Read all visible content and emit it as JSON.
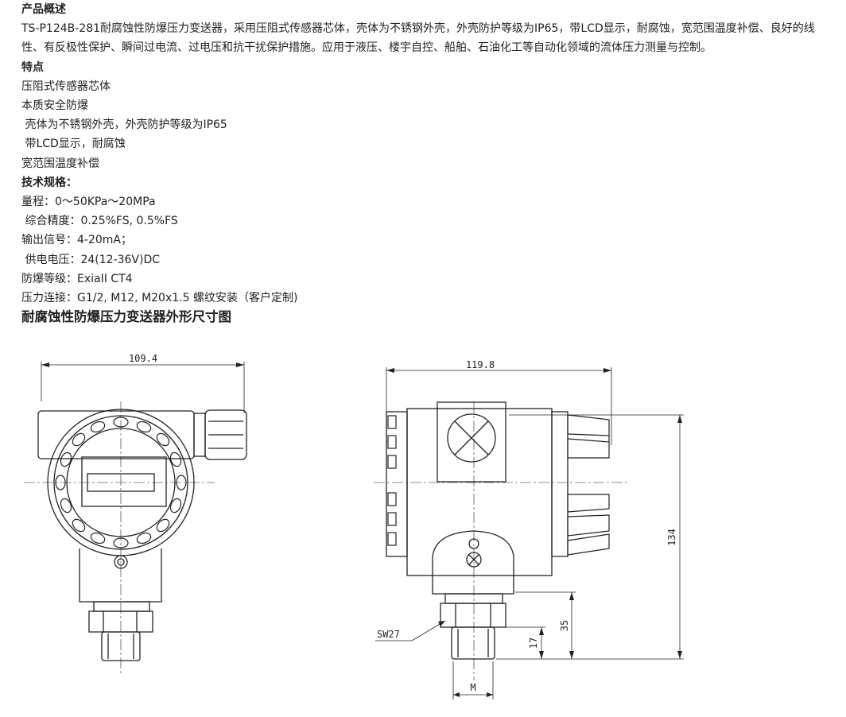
{
  "overview": {
    "heading": "产品概述",
    "text": " TS-P124B-281耐腐蚀性防爆压力变送器，采用压阻式传感器芯体，壳体为不锈钢外壳，外壳防护等级为IP65，带LCD显示，耐腐蚀，宽范围温度补偿、良好的线性、有反极性保护、瞬间过电流、过电压和抗干扰保护措施。应用于液压、楼宇自控、船舶、石油化工等自动化领域的流体压力测量与控制。"
  },
  "features": {
    "heading": "特点",
    "items": [
      "压阻式传感器芯体",
      "本质安全防爆",
      " 壳体为不锈钢外壳，外壳防护等级为IP65",
      " 带LCD显示，耐腐蚀",
      "宽范围温度补偿"
    ]
  },
  "specs": {
    "heading": "技术规格：",
    "items": [
      "量程：0～50KPa～20MPa",
      " 综合精度：0.25%FS, 0.5%FS",
      "输出信号：4-20mA；",
      " 供电电压：24(12-36V)DC",
      "防爆等级：ExiaII CT4",
      "压力连接：G1/2, M12, M20x1.5 螺纹安装（客户定制)"
    ]
  },
  "drawing": {
    "title": "耐腐蚀性防爆压力变送器外形尺寸图",
    "dims": {
      "front_width": "109.4",
      "side_width": "119.8",
      "height": "134",
      "neck": "35",
      "thread": "17",
      "wrench": "SW27",
      "thread_dia": "M"
    }
  }
}
